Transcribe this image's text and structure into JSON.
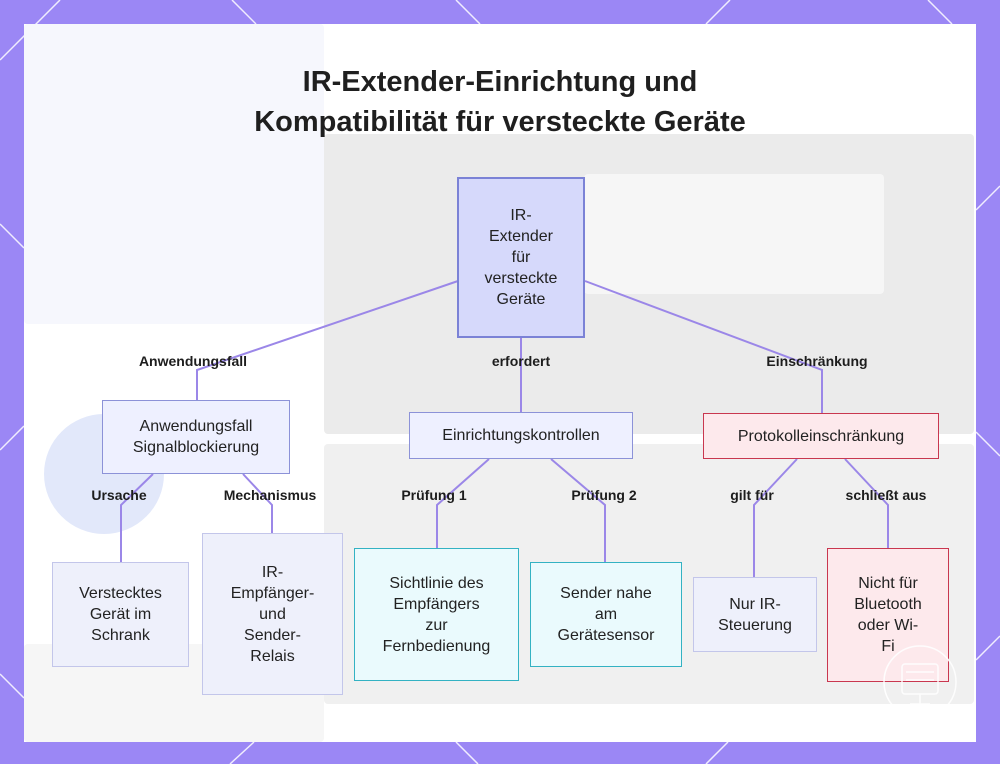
{
  "title_lines": [
    "IR-Extender-Einrichtung und",
    "Kompatibilität für versteckte Geräte"
  ],
  "colors": {
    "frame": "#9b87f5",
    "edge": "#9b87e8",
    "root_fill": "#d6d9fb",
    "check_border": "#33b2c3",
    "warn_border": "#c9374f"
  },
  "nodes": {
    "root": "IR-\nExtender\nfür\nversteckte\nGeräte",
    "anwendungsfall": "Anwendungsfall\nSignalblockierung",
    "einrichtung": "Einrichtungskontrollen",
    "protokoll": "Protokolleinschränkung",
    "versteckt": "Verstecktes\nGerät im\nSchrank",
    "relais": "IR-\nEmpfänger-\nund\nSender-\nRelais",
    "sichtlinie": "Sichtlinie des\nEmpfängers\nzur\nFernbedienung",
    "sender": "Sender nahe\nam\nGerätesensor",
    "nur_ir": "Nur IR-\nSteuerung",
    "nicht_bt": "Nicht für\nBluetooth\noder Wi-\nFi"
  },
  "edge_labels": {
    "anwendungsfall": "Anwendungsfall",
    "erfordert": "erfordert",
    "einschraenkung": "Einschränkung",
    "ursache": "Ursache",
    "mechanismus": "Mechanismus",
    "pruefung1": "Prüfung 1",
    "pruefung2": "Prüfung 2",
    "gilt_fuer": "gilt für",
    "schliesst_aus": "schließt aus"
  }
}
